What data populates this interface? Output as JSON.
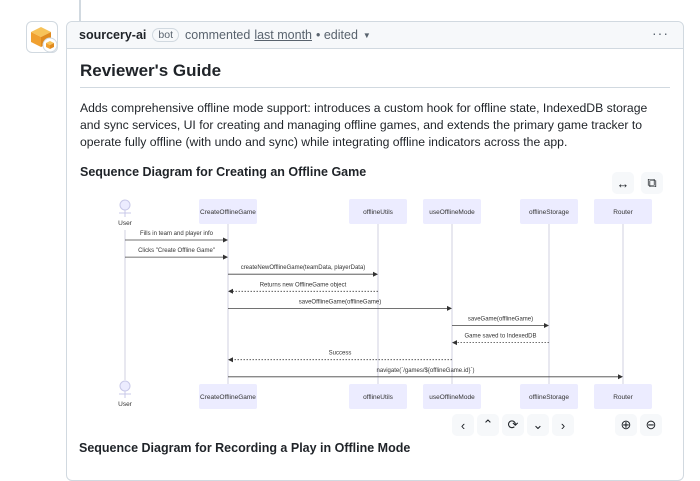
{
  "comment": {
    "author": "sourcery-ai",
    "badge": "bot",
    "action": "commented",
    "time": "last month",
    "edited": "• edited",
    "more": "···"
  },
  "guide": {
    "title": "Reviewer's Guide",
    "summary": "Adds comprehensive offline mode support: introduces a custom hook for offline state, IndexedDB storage and sync services, UI for creating and managing offline games, and extends the primary game tracker to operate fully offline (with undo and sync) while integrating offline indicators across the app.",
    "section1": "Sequence Diagram for Creating an Offline Game",
    "section2": "Sequence Diagram for Recording a Play in Offline Mode"
  },
  "diagram": {
    "actor": "User",
    "participants": [
      "CreateOfflineGame",
      "offlineUtils",
      "useOfflineMode",
      "offlineStorage",
      "Router"
    ],
    "messages": [
      {
        "from": 0,
        "to": 1,
        "text": "Fills in team and player info",
        "style": "solid"
      },
      {
        "from": 0,
        "to": 1,
        "text": "Clicks \"Create Offline Game\"",
        "style": "solid"
      },
      {
        "from": 1,
        "to": 2,
        "text": "createNewOfflineGame(teamData, playerData)",
        "style": "solid"
      },
      {
        "from": 2,
        "to": 1,
        "text": "Returns new OfflineGame object",
        "style": "dashed"
      },
      {
        "from": 1,
        "to": 3,
        "text": "saveOfflineGame(offlineGame)",
        "style": "solid"
      },
      {
        "from": 3,
        "to": 4,
        "text": "saveGame(offlineGame)",
        "style": "solid"
      },
      {
        "from": 4,
        "to": 3,
        "text": "Game saved to IndexedDB",
        "style": "dashed"
      },
      {
        "from": 3,
        "to": 1,
        "text": "Success",
        "style": "dashed"
      },
      {
        "from": 1,
        "to": 5,
        "text": "navigate(`/games/${offlineGame.id}`)",
        "style": "solid"
      }
    ]
  },
  "controls": {
    "expand": "↔",
    "copy": "⧉",
    "up": "⌃",
    "zoom_in": "⊕",
    "left": "‹",
    "reset": "⟳",
    "right": "›",
    "down": "⌄",
    "zoom_out": "⊖"
  }
}
